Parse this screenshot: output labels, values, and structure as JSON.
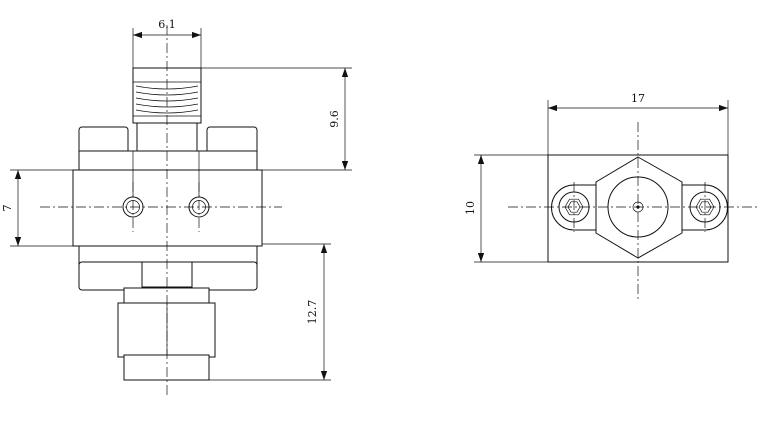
{
  "drawing": {
    "front_view": {
      "dimensions": {
        "top_width": "6.1",
        "thread_height": "9.6",
        "block_height": "7",
        "bottom_height": "12.7"
      }
    },
    "side_view": {
      "dimensions": {
        "width": "17",
        "height": "10"
      }
    }
  }
}
